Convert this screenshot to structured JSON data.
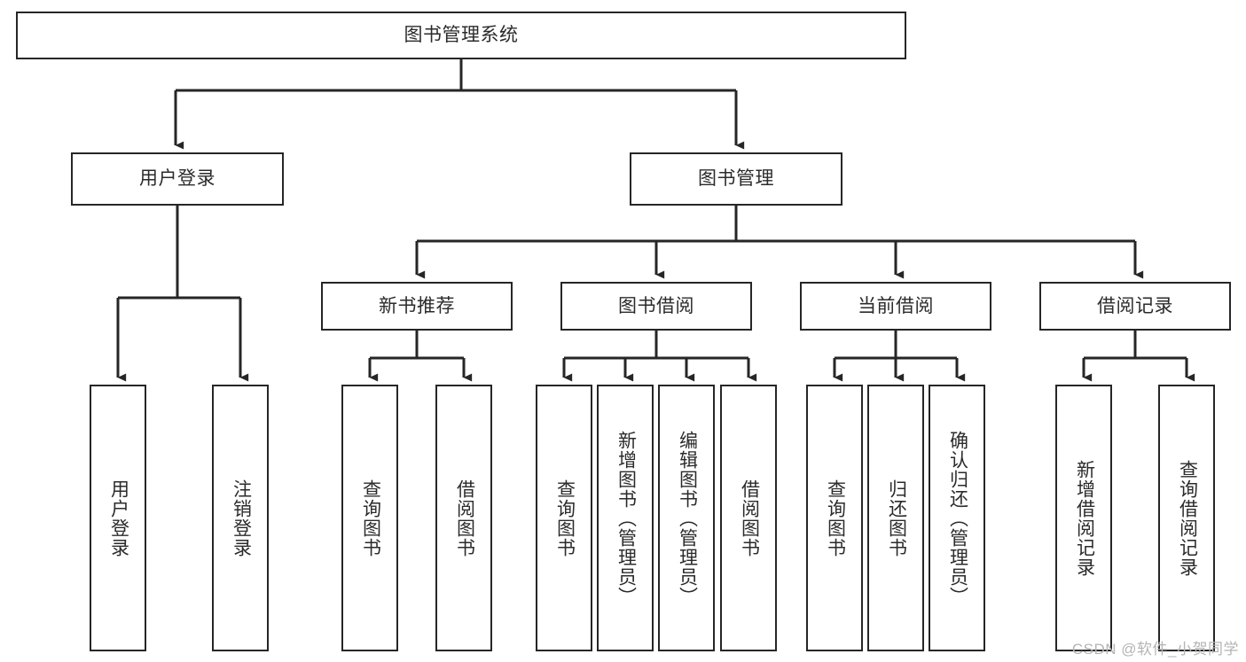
{
  "diagram": {
    "title": "图书管理系统",
    "type": "tree-hierarchy-chart",
    "colors": {
      "box_border": "#262626",
      "box_fill": "#ffffff",
      "connector": "#262626",
      "text": "#2b2b2b",
      "watermark": "#b4b4b4",
      "background": "#ffffff"
    },
    "root": {
      "label": "图书管理系统",
      "orientation": "horizontal"
    },
    "level2": [
      {
        "id": "user-login",
        "label": "用户登录",
        "orientation": "horizontal"
      },
      {
        "id": "book-management",
        "label": "图书管理",
        "orientation": "horizontal"
      }
    ],
    "level3": [
      {
        "id": "new-book-recommend",
        "label": "新书推荐",
        "orientation": "horizontal"
      },
      {
        "id": "book-borrow",
        "label": "图书借阅",
        "orientation": "horizontal"
      },
      {
        "id": "current-borrow",
        "label": "当前借阅",
        "orientation": "horizontal"
      },
      {
        "id": "borrow-record",
        "label": "借阅记录",
        "orientation": "horizontal"
      }
    ],
    "leaves": [
      {
        "id": "leaf-user-login",
        "parent": "user-login",
        "label": "用户登录",
        "orientation": "vertical"
      },
      {
        "id": "leaf-user-logout",
        "parent": "user-login",
        "label": "注销登录",
        "orientation": "vertical"
      },
      {
        "id": "leaf-query-book-1",
        "parent": "new-book-recommend",
        "label": "查询图书",
        "orientation": "vertical"
      },
      {
        "id": "leaf-borrow-book-1",
        "parent": "new-book-recommend",
        "label": "借阅图书",
        "orientation": "vertical"
      },
      {
        "id": "leaf-query-book-2",
        "parent": "book-borrow",
        "label": "查询图书",
        "orientation": "vertical"
      },
      {
        "id": "leaf-add-book",
        "parent": "book-borrow",
        "label": "新增图书（管理员）",
        "orientation": "vertical"
      },
      {
        "id": "leaf-edit-book",
        "parent": "book-borrow",
        "label": "编辑图书（管理员）",
        "orientation": "vertical"
      },
      {
        "id": "leaf-borrow-book-2",
        "parent": "book-borrow",
        "label": "借阅图书",
        "orientation": "vertical"
      },
      {
        "id": "leaf-query-book-3",
        "parent": "current-borrow",
        "label": "查询图书",
        "orientation": "vertical"
      },
      {
        "id": "leaf-return-book",
        "parent": "current-borrow",
        "label": "归还图书",
        "orientation": "vertical"
      },
      {
        "id": "leaf-confirm-return",
        "parent": "current-borrow",
        "label": "确认归还（管理员）",
        "orientation": "vertical"
      },
      {
        "id": "leaf-add-record",
        "parent": "borrow-record",
        "label": "新增借阅记录",
        "orientation": "vertical"
      },
      {
        "id": "leaf-query-record",
        "parent": "borrow-record",
        "label": "查询借阅记录",
        "orientation": "vertical"
      }
    ],
    "watermark": "CSDN @软件_小贺同学"
  }
}
